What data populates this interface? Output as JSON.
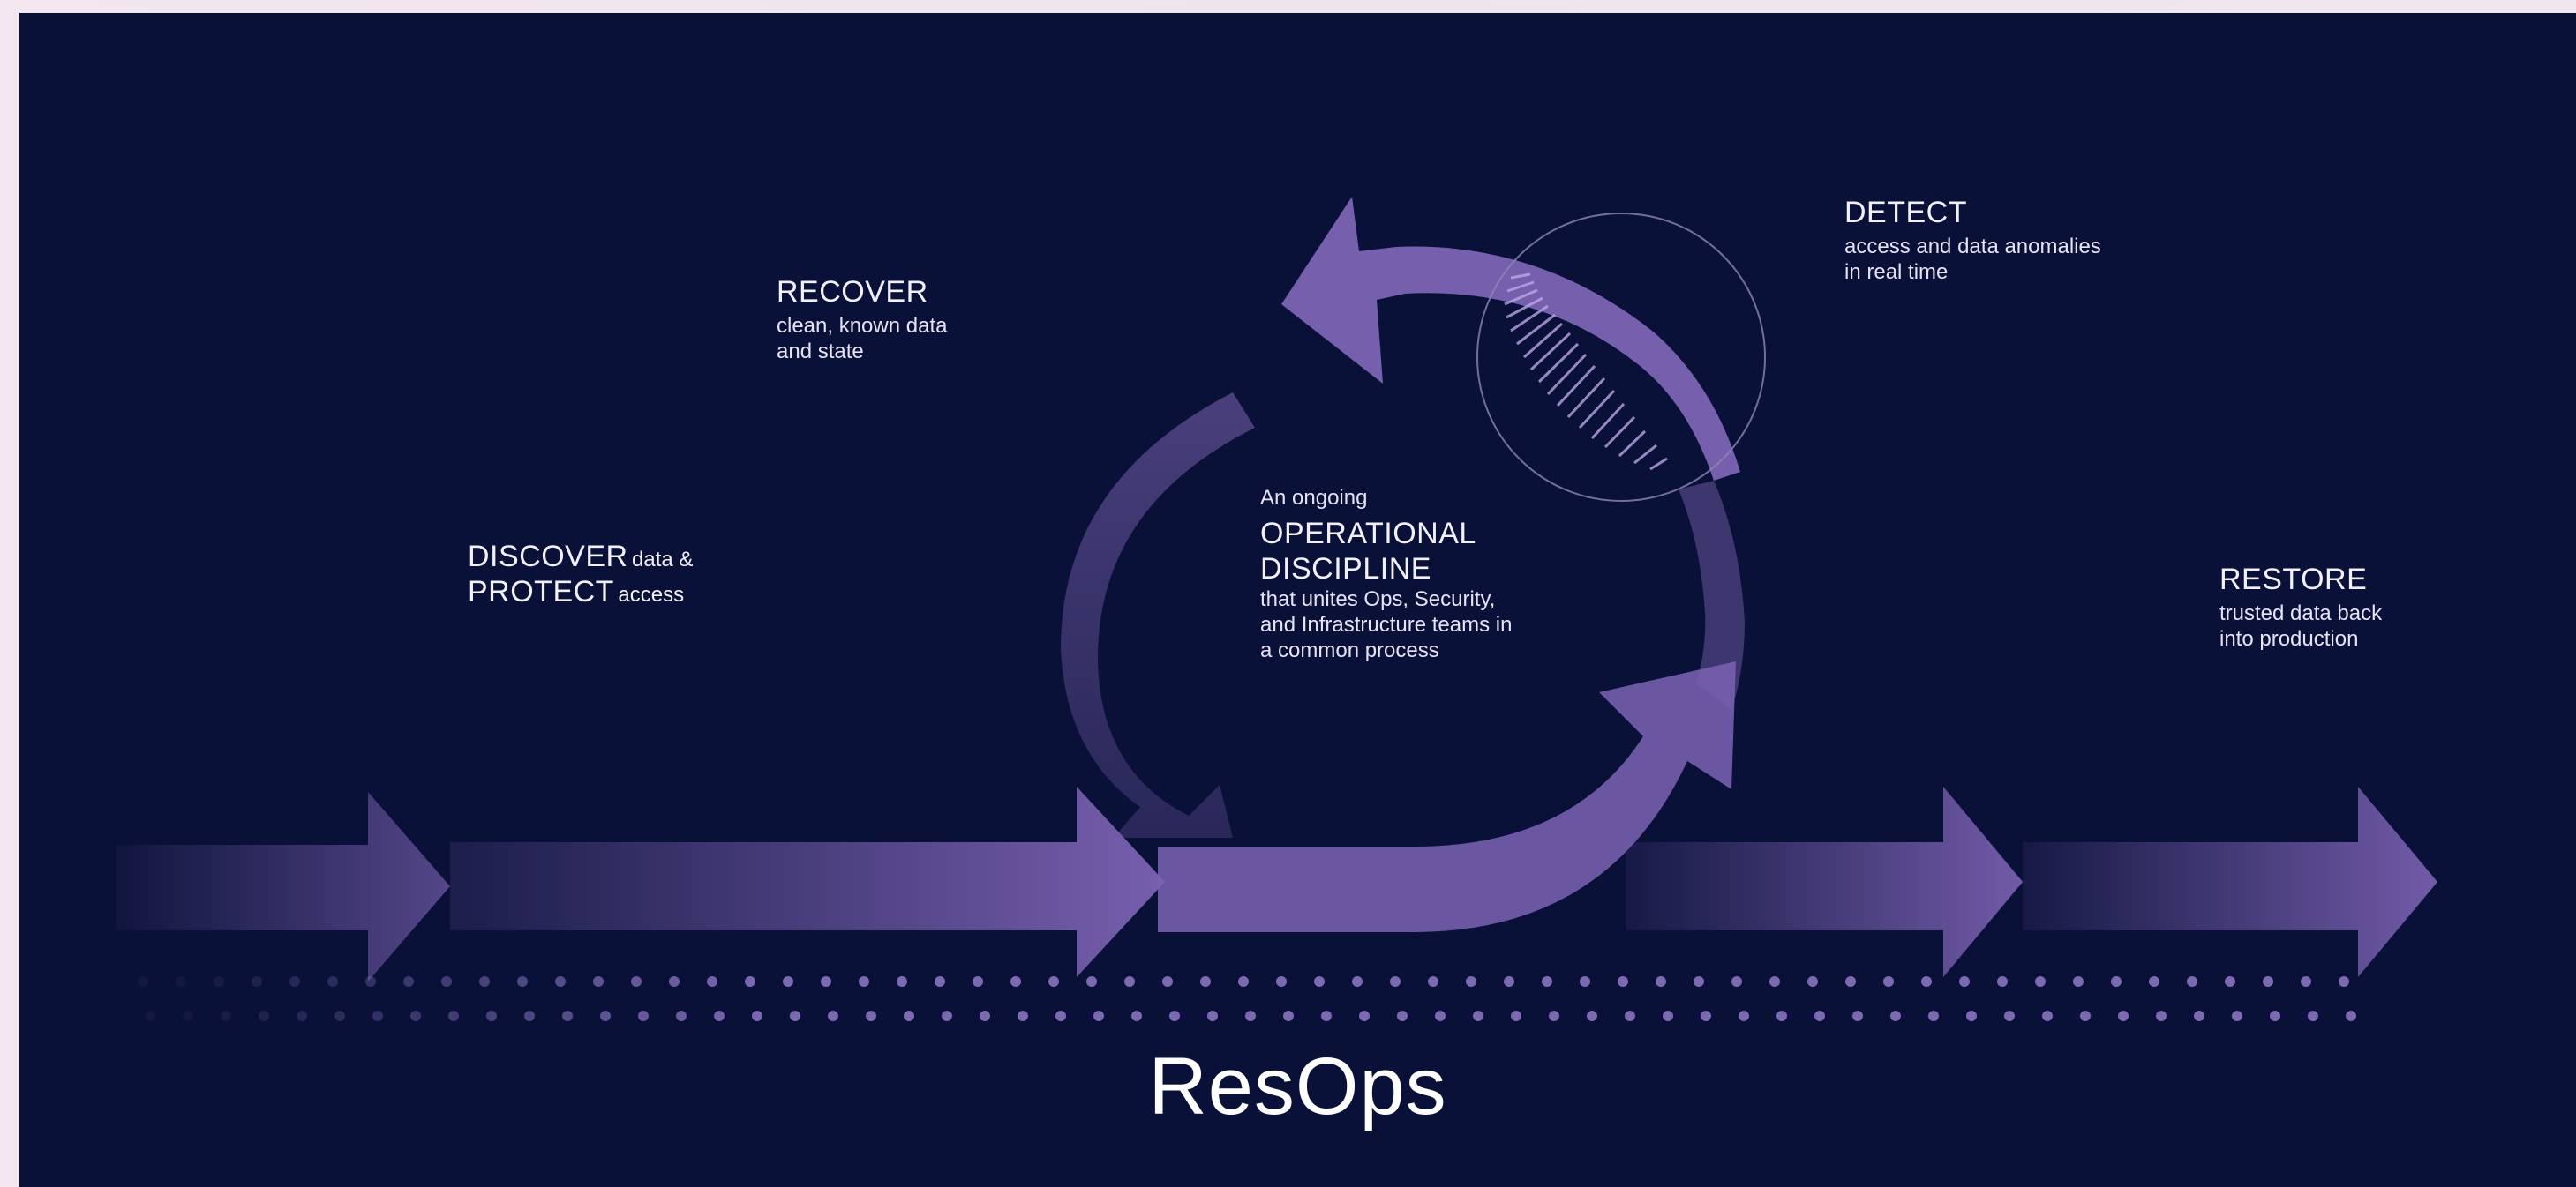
{
  "stages": {
    "recover": {
      "title": "RECOVER",
      "desc": [
        "clean, known data",
        "and state"
      ]
    },
    "detect": {
      "title": "DETECT",
      "desc": [
        "access and data anomalies",
        "in real time"
      ]
    },
    "discover": {
      "title": "DISCOVER",
      "title_suffix": "data &"
    },
    "protect": {
      "title": "PROTECT",
      "title_suffix": "access"
    },
    "restore": {
      "title": "RESTORE",
      "desc": [
        "trusted data back",
        "into production"
      ]
    }
  },
  "center": {
    "intro": "An ongoing",
    "title": [
      "OPERATIONAL",
      "DISCIPLINE"
    ],
    "desc": [
      "that unites Ops, Security,",
      "and Infrastructure teams in",
      "a common process"
    ]
  },
  "brand": "ResOps",
  "colors": {
    "background": "#0a1138",
    "arrow": "#7d63b4",
    "dots": "#8f79c8",
    "text": "#f2f0fb"
  },
  "icons": [
    "arrow-shape",
    "cycle-arrow",
    "magnifier-circle",
    "dot-row"
  ]
}
